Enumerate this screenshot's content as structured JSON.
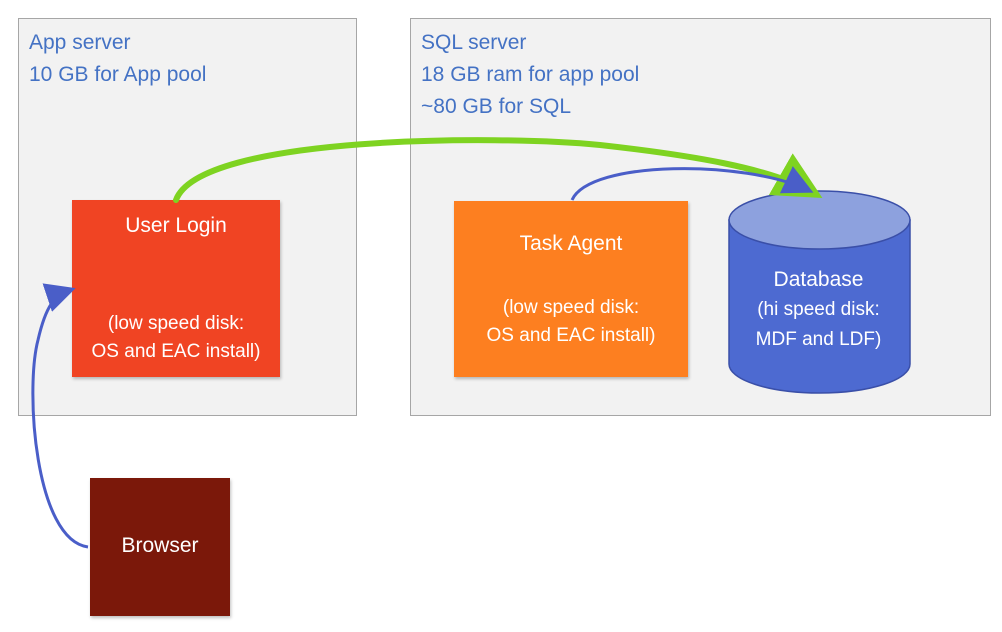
{
  "app_server": {
    "title": "App server",
    "detail": "10 GB for App pool"
  },
  "sql_server": {
    "title": "SQL server",
    "line1": "18 GB ram for app pool",
    "line2": "~80 GB for SQL"
  },
  "user_login": {
    "label": "User Login",
    "sub1": "(low speed disk:",
    "sub2": "OS and EAC install)",
    "color": "#f04423"
  },
  "task_agent": {
    "label": "Task Agent",
    "sub1": "(low speed disk:",
    "sub2": "OS and EAC install)",
    "color": "#fd7f20"
  },
  "database": {
    "label": "Database",
    "sub1": "(hi speed disk:",
    "sub2": "MDF and LDF)",
    "color": "#4d6ad1",
    "top_color": "#8da1de"
  },
  "browser": {
    "label": "Browser",
    "color": "#7b180a"
  },
  "colors": {
    "green_arrow": "#7ed321",
    "blue_arrow": "#4a5ec8",
    "server_text": "#4472c4"
  }
}
